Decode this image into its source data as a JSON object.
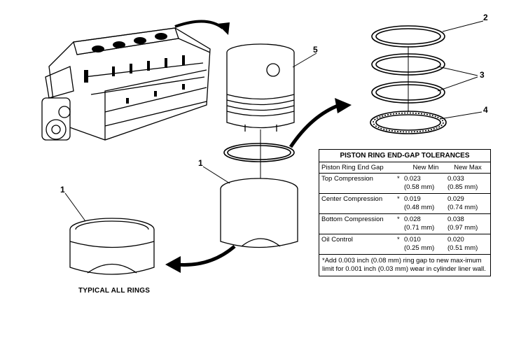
{
  "callouts": {
    "c1_left": "1",
    "c1_mid": "1",
    "c2": "2",
    "c3": "3",
    "c4": "4",
    "c5": "5"
  },
  "caption": "TYPICAL ALL RINGS",
  "table": {
    "title": "PISTON RING END-GAP TOLERANCES",
    "headers": {
      "col1": "Piston Ring End Gap",
      "col2": "New Min",
      "col3": "New Max"
    },
    "rows": [
      {
        "name": "Top Compression",
        "mark": "*",
        "min_in": "0.023",
        "min_mm": "(0.58 mm)",
        "max_in": "0.033",
        "max_mm": "(0.85 mm)"
      },
      {
        "name": "Center Compression",
        "mark": "*",
        "min_in": "0.019",
        "min_mm": "(0.48 mm)",
        "max_in": "0.029",
        "max_mm": "(0.74 mm)"
      },
      {
        "name": "Bottom Compression",
        "mark": "*",
        "min_in": "0.028",
        "min_mm": "(0.71 mm)",
        "max_in": "0.038",
        "max_mm": "(0.97 mm)"
      },
      {
        "name": "Oil Control",
        "mark": "*",
        "min_in": "0.010",
        "min_mm": "(0.25 mm)",
        "max_in": "0.020",
        "max_mm": "(0.51 mm)"
      }
    ],
    "note": "*Add 0.003 inch (0.08 mm) ring gap to new max-imum limit for 0.001 inch (0.03 mm) wear in cylinder liner wall."
  }
}
